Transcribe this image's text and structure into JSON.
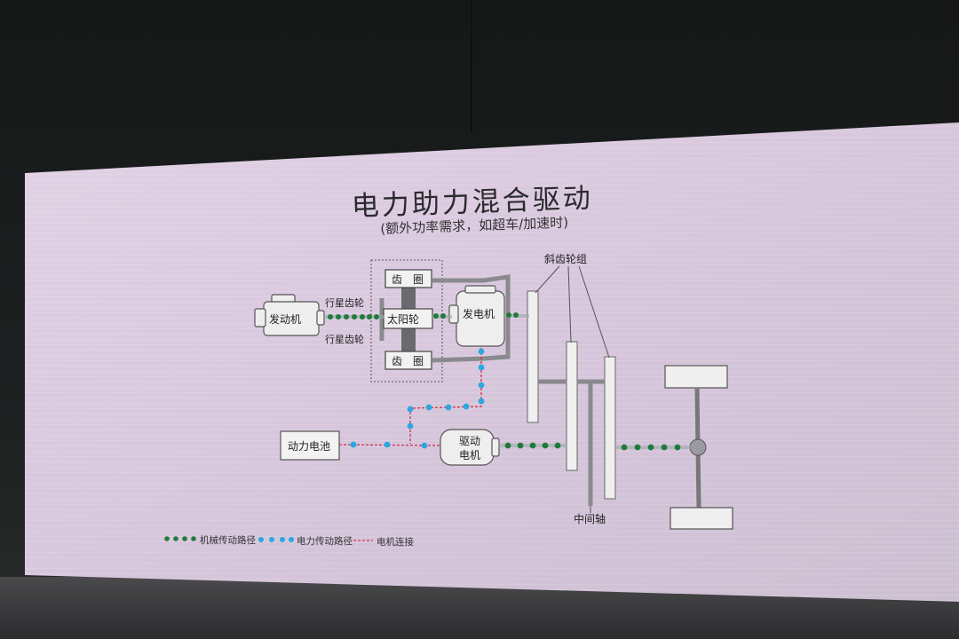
{
  "title": "电力助力混合驱动",
  "subtitle": "(额外功率需求，如超车/加速时)",
  "components": {
    "engine": "发动机",
    "planet_gear_top": "行星齿轮",
    "planet_gear_bottom": "行星齿轮",
    "ring_gear_top": "齿　圈",
    "sun_gear": "太阳轮",
    "ring_gear_bottom": "齿　圈",
    "generator": "发电机",
    "helical_gearset": "斜齿轮组",
    "battery": "动力电池",
    "drive_motor_line1": "驱动",
    "drive_motor_line2": "电机",
    "intermediate_shaft": "中间轴"
  },
  "legend": {
    "mechanical": "机械传动路径",
    "electrical": "电力传动路径",
    "motor_connection": "电机连接"
  },
  "colors": {
    "screen": "#dccbe0",
    "mechanical_path": "#1f7a3c",
    "electrical_path": "#2aa8e0",
    "motor_connection": "#d0304a"
  }
}
